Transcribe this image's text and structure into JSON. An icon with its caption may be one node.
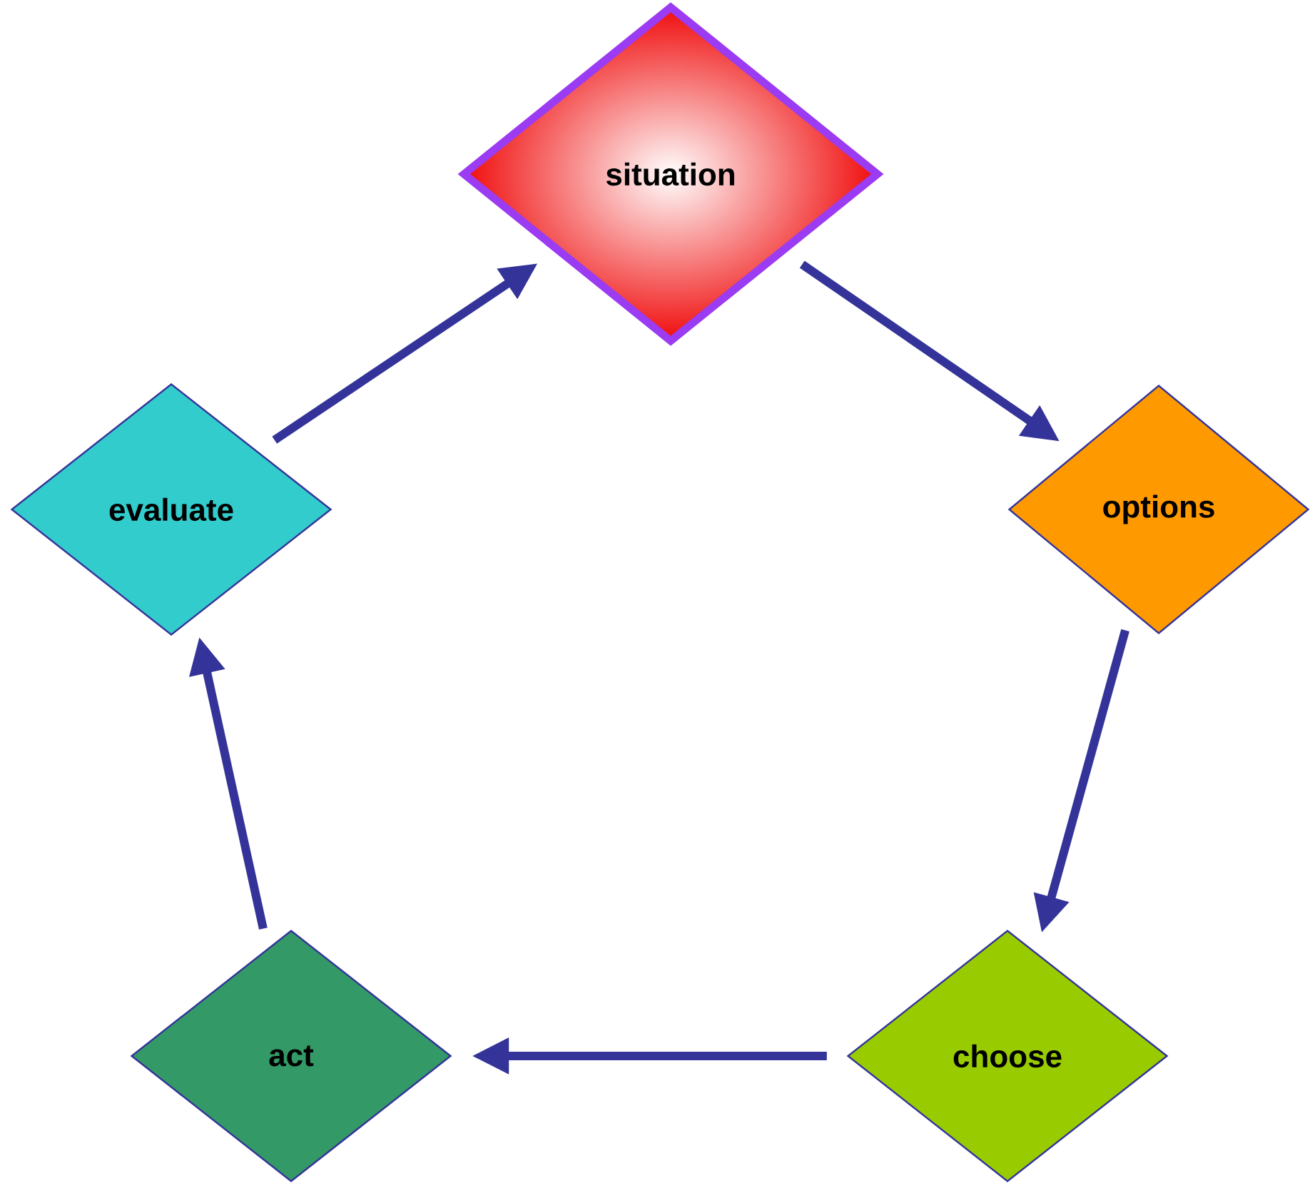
{
  "diagram": {
    "nodes": [
      {
        "text": [
          "situation"
        ]
      },
      {
        "text": [
          "options"
        ]
      },
      {
        "text": [
          "choose"
        ]
      },
      {
        "text": [
          "act"
        ]
      },
      {
        "text": [
          "evaluate"
        ]
      }
    ],
    "edges": [
      {
        "from": 0,
        "to": 1,
        "arrow": "to"
      },
      {
        "from": 1,
        "to": 2,
        "arrow": "to"
      },
      {
        "from": 2,
        "to": 3,
        "arrow": "to"
      },
      {
        "from": 3,
        "to": 4,
        "arrow": "to"
      },
      {
        "from": 4,
        "to": 0,
        "arrow": "to"
      }
    ]
  }
}
